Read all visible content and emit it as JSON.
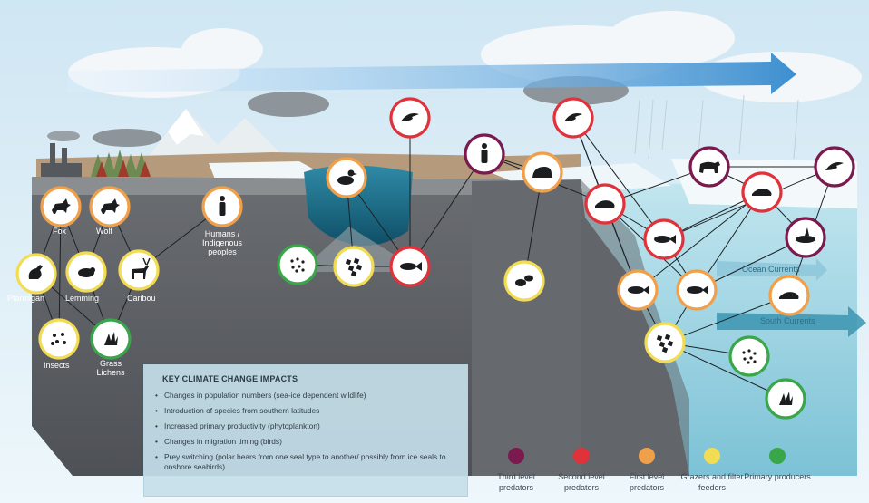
{
  "colors": {
    "third_level_predators": "#7a1a4e",
    "second_level_predators": "#e0323b",
    "first_level_predators": "#f0a04a",
    "grazers_filter_feeders": "#f2dc54",
    "primary_producers": "#3aa64a",
    "sky": "#d8ecf6",
    "land": "#5f6266",
    "ocean": "#a9d8e6"
  },
  "land_labels": {
    "fox": "Fox",
    "wolf": "Wolf",
    "humans": "Humans / Indigenous peoples",
    "ptarmigan": "Ptarmigan",
    "lemming": "Lemming",
    "caribou": "Caribou",
    "insects": "Insects",
    "grass_lichens": "Grass Lichens"
  },
  "ocean_labels": {
    "ocean_currents": "Ocean Currents",
    "south_currents": "South Currents"
  },
  "nodes": [
    {
      "id": "fox",
      "level": "first_level_predators",
      "icon": "fox-icon"
    },
    {
      "id": "wolf",
      "level": "first_level_predators",
      "icon": "wolf-icon"
    },
    {
      "id": "humans_land",
      "level": "first_level_predators",
      "icon": "human-icon"
    },
    {
      "id": "ptarmigan",
      "level": "grazers_filter_feeders",
      "icon": "ptarmigan-icon"
    },
    {
      "id": "lemming",
      "level": "grazers_filter_feeders",
      "icon": "lemming-icon"
    },
    {
      "id": "caribou",
      "level": "grazers_filter_feeders",
      "icon": "caribou-icon"
    },
    {
      "id": "insects",
      "level": "grazers_filter_feeders",
      "icon": "insects-icon"
    },
    {
      "id": "grass",
      "level": "primary_producers",
      "icon": "lichen-icon"
    },
    {
      "id": "phyto_lake",
      "level": "primary_producers",
      "icon": "phytoplankton-icon"
    },
    {
      "id": "zoo_lake",
      "level": "grazers_filter_feeders",
      "icon": "zooplankton-icon"
    },
    {
      "id": "fish_lake",
      "level": "second_level_predators",
      "icon": "fish-icon"
    },
    {
      "id": "duck",
      "level": "first_level_predators",
      "icon": "duck-icon"
    },
    {
      "id": "bird_top",
      "level": "second_level_predators",
      "icon": "seabird-icon"
    },
    {
      "id": "human_coast",
      "level": "third_level_predators",
      "icon": "human-icon"
    },
    {
      "id": "walrus",
      "level": "first_level_predators",
      "icon": "walrus-icon"
    },
    {
      "id": "clams",
      "level": "grazers_filter_feeders",
      "icon": "clams-icon"
    },
    {
      "id": "bird_sea",
      "level": "second_level_predators",
      "icon": "seabird-icon"
    },
    {
      "id": "seal",
      "level": "second_level_predators",
      "icon": "seal-icon"
    },
    {
      "id": "bear",
      "level": "third_level_predators",
      "icon": "polar-bear-icon"
    },
    {
      "id": "seal_ice",
      "level": "second_level_predators",
      "icon": "ringed-seal-icon"
    },
    {
      "id": "bird_right",
      "level": "third_level_predators",
      "icon": "seabird-icon"
    },
    {
      "id": "fish_mid",
      "level": "second_level_predators",
      "icon": "fish-icon"
    },
    {
      "id": "orca",
      "level": "third_level_predators",
      "icon": "orca-icon"
    },
    {
      "id": "fish_a",
      "level": "first_level_predators",
      "icon": "fish-icon"
    },
    {
      "id": "fish_b",
      "level": "first_level_predators",
      "icon": "fish-icon"
    },
    {
      "id": "seal_right",
      "level": "first_level_predators",
      "icon": "seal-icon"
    },
    {
      "id": "zoo_sea",
      "level": "grazers_filter_feeders",
      "icon": "zooplankton-icon"
    },
    {
      "id": "phyto_sea",
      "level": "primary_producers",
      "icon": "phytoplankton-icon"
    },
    {
      "id": "algae_sea",
      "level": "primary_producers",
      "icon": "algae-icon"
    }
  ],
  "links": [
    [
      "fox",
      "ptarmigan"
    ],
    [
      "fox",
      "lemming"
    ],
    [
      "fox",
      "insects"
    ],
    [
      "wolf",
      "caribou"
    ],
    [
      "wolf",
      "lemming"
    ],
    [
      "humans_land",
      "caribou"
    ],
    [
      "ptarmigan",
      "insects"
    ],
    [
      "ptarmigan",
      "grass"
    ],
    [
      "lemming",
      "grass"
    ],
    [
      "caribou",
      "grass"
    ],
    [
      "duck",
      "zoo_lake"
    ],
    [
      "duck",
      "fish_lake"
    ],
    [
      "bird_top",
      "fish_lake"
    ],
    [
      "phyto_lake",
      "zoo_lake"
    ],
    [
      "zoo_lake",
      "fish_lake"
    ],
    [
      "human_coast",
      "fish_lake"
    ],
    [
      "human_coast",
      "walrus"
    ],
    [
      "human_coast",
      "seal"
    ],
    [
      "walrus",
      "clams"
    ],
    [
      "bird_sea",
      "seal"
    ],
    [
      "bird_sea",
      "fish_mid"
    ],
    [
      "bird_sea",
      "fish_a"
    ],
    [
      "bear",
      "seal_ice"
    ],
    [
      "bear",
      "bird_right"
    ],
    [
      "bear",
      "seal"
    ],
    [
      "seal_ice",
      "fish_mid"
    ],
    [
      "seal_ice",
      "fish_b"
    ],
    [
      "seal_ice",
      "fish_a"
    ],
    [
      "seal_ice",
      "orca"
    ],
    [
      "seal",
      "fish_mid"
    ],
    [
      "seal",
      "fish_a"
    ],
    [
      "seal",
      "fish_b"
    ],
    [
      "fish_mid",
      "fish_b"
    ],
    [
      "orca",
      "fish_b"
    ],
    [
      "fish_a",
      "zoo_sea"
    ],
    [
      "fish_b",
      "zoo_sea"
    ],
    [
      "seal_right",
      "zoo_sea"
    ],
    [
      "zoo_sea",
      "phyto_sea"
    ],
    [
      "zoo_sea",
      "algae_sea"
    ],
    [
      "bird_right",
      "seal_right"
    ],
    [
      "bird_right",
      "fish_mid"
    ]
  ],
  "impacts": {
    "title": "KEY CLIMATE CHANGE IMPACTS",
    "items": [
      "Changes in population numbers (sea-ice dependent wildlife)",
      "Introduction of species from southern latitudes",
      "Increased primary productivity (phytoplankton)",
      "Changes in migration timing (birds)",
      "Prey switching (polar bears from one seal type to another/ possibly from ice seals to onshore seabirds)"
    ]
  },
  "legend": [
    {
      "key": "third_level_predators",
      "label": "Third level predators"
    },
    {
      "key": "second_level_predators",
      "label": "Second level predators"
    },
    {
      "key": "first_level_predators",
      "label": "First level predators"
    },
    {
      "key": "grazers_filter_feeders",
      "label": "Grazers and filter feeders"
    },
    {
      "key": "primary_producers",
      "label": "Primary producers"
    }
  ]
}
